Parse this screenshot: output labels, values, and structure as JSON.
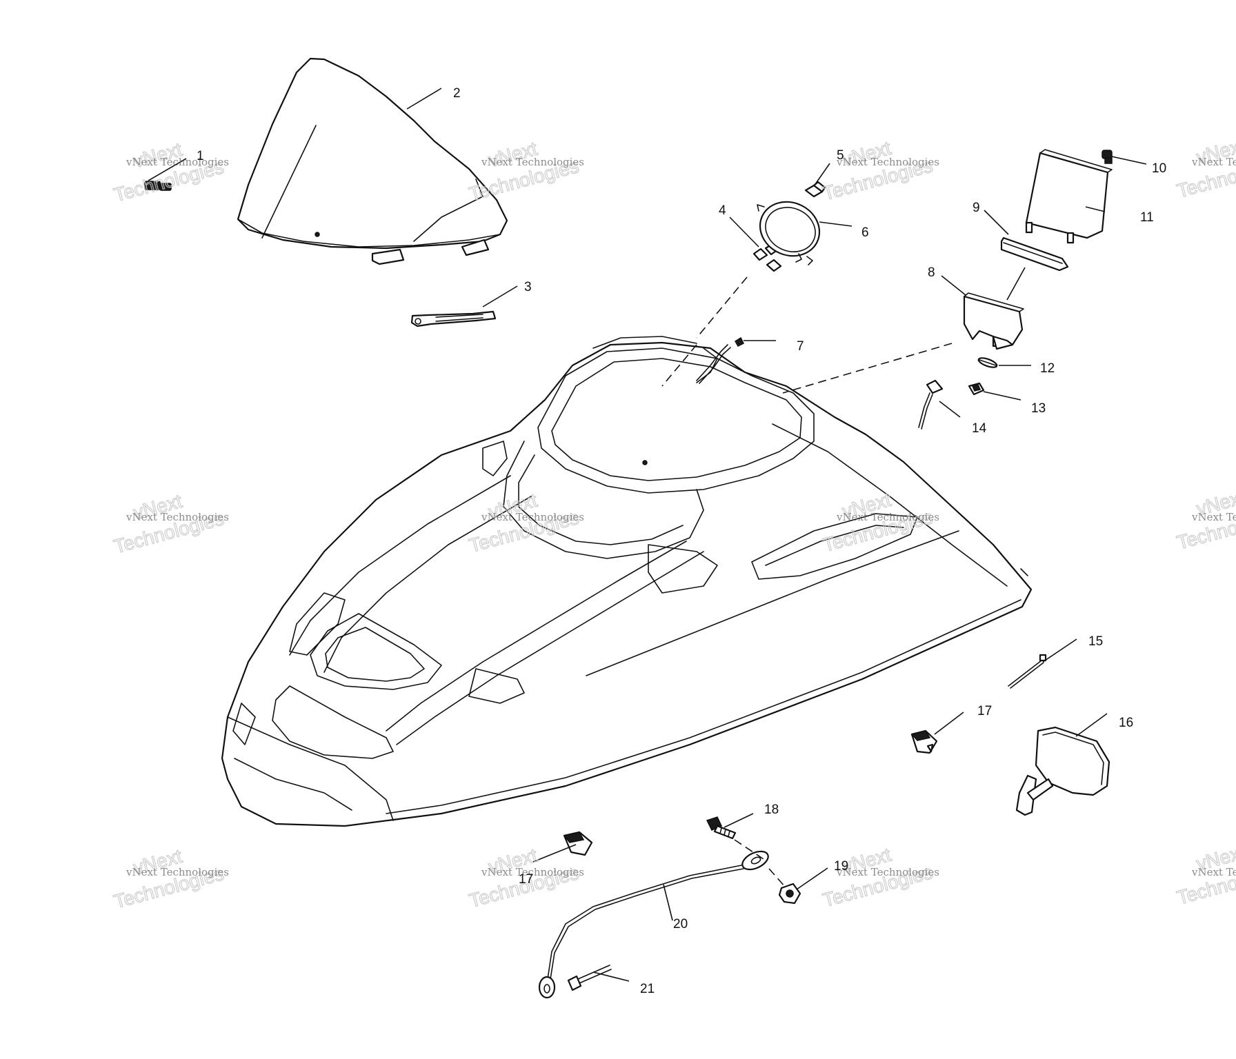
{
  "callouts": [
    "1",
    "2",
    "3",
    "4",
    "5",
    "6",
    "7",
    "8",
    "9",
    "10",
    "11",
    "12",
    "13",
    "14",
    "15",
    "16",
    "17",
    "17",
    "18",
    "19",
    "20",
    "21"
  ],
  "watermark": {
    "line1": "vNext Technologies",
    "word1": "vNext",
    "word2": "Technologies"
  }
}
